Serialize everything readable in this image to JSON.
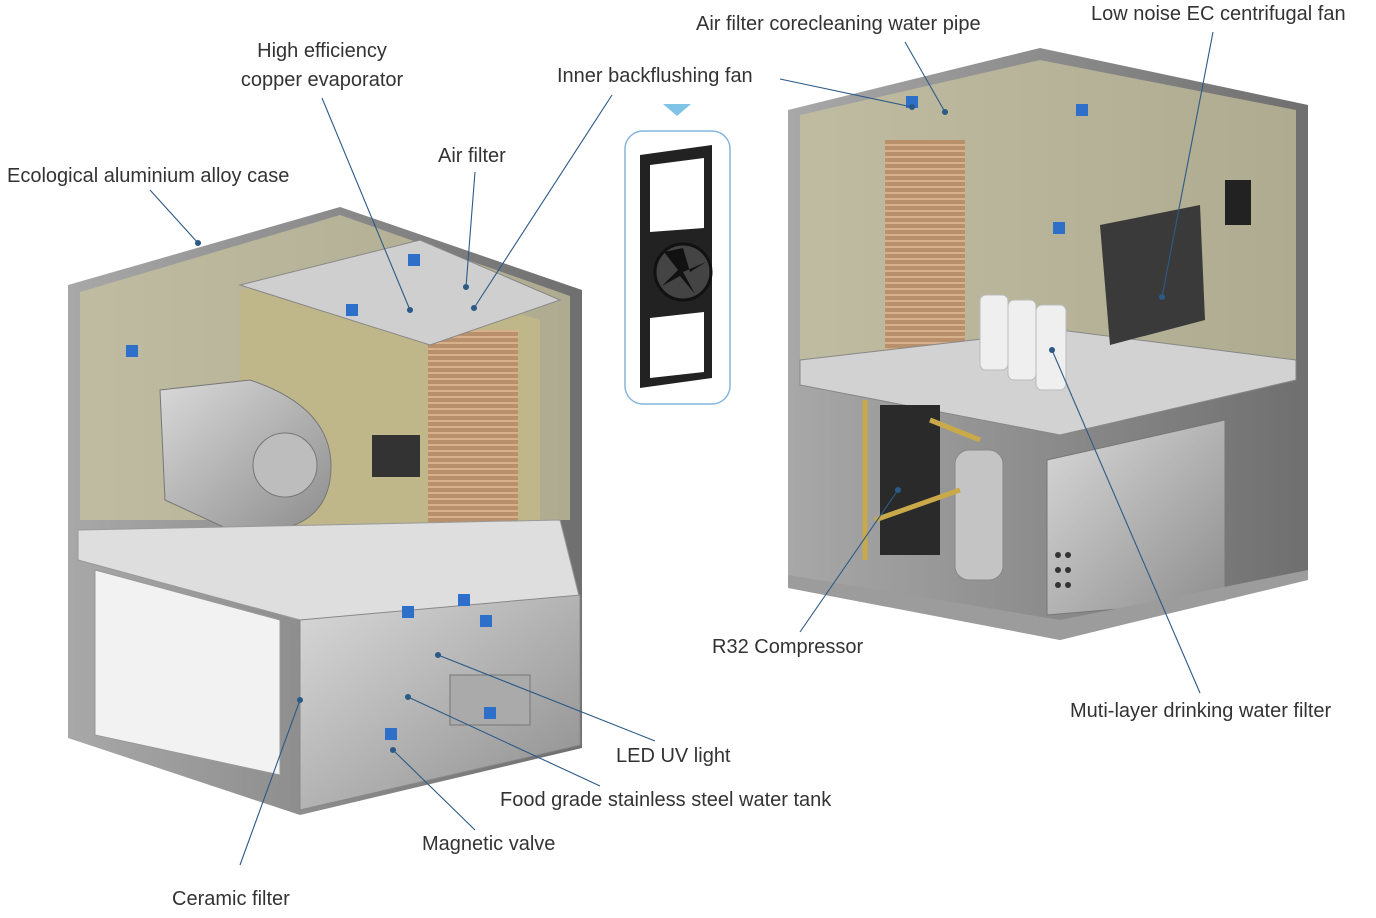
{
  "labels": {
    "evaporator": [
      "High efficiency",
      "copper evaporator"
    ],
    "case": "Ecological aluminium alloy case",
    "air_filter": "Air filter",
    "backflush_fan": "Inner backflushing fan",
    "water_pipe": "Air filter corecleaning water pipe",
    "ec_fan": "Low noise EC centrifugal fan",
    "compressor": "R32 Compressor",
    "drink_filter": "Muti-layer drinking water filter",
    "uv_light": "LED UV light",
    "water_tank": "Food grade stainless steel water tank",
    "magnetic_valve": "Magnetic valve",
    "ceramic_filter": "Ceramic filter"
  },
  "colors": {
    "leader": "#2c5a86",
    "inset_border": "#86b6dc",
    "pointer": "#7fc3e6"
  }
}
